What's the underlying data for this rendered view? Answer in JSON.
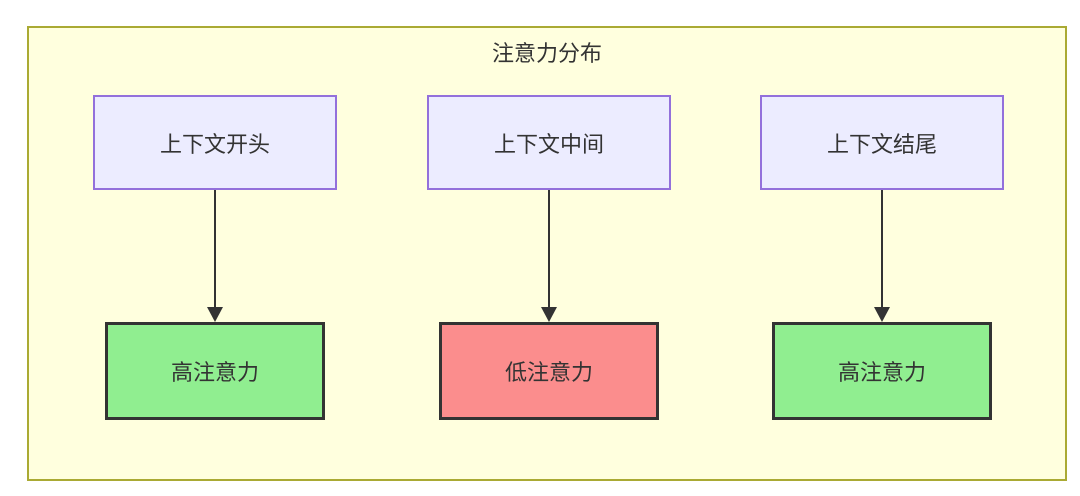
{
  "diagram": {
    "title": "注意力分布",
    "columns": [
      {
        "source": "上下文开头",
        "target": "高注意力",
        "target_type": "high"
      },
      {
        "source": "上下文中间",
        "target": "低注意力",
        "target_type": "low"
      },
      {
        "source": "上下文结尾",
        "target": "高注意力",
        "target_type": "high"
      }
    ],
    "colors": {
      "container_fill": "#FFFFDE",
      "container_border": "#AAAA33",
      "source_fill": "#ECECFF",
      "source_border": "#9370DB",
      "high_fill": "#90EE90",
      "low_fill": "#FB8D8D",
      "target_border": "#333333",
      "arrow": "#333333",
      "text": "#333333"
    }
  }
}
